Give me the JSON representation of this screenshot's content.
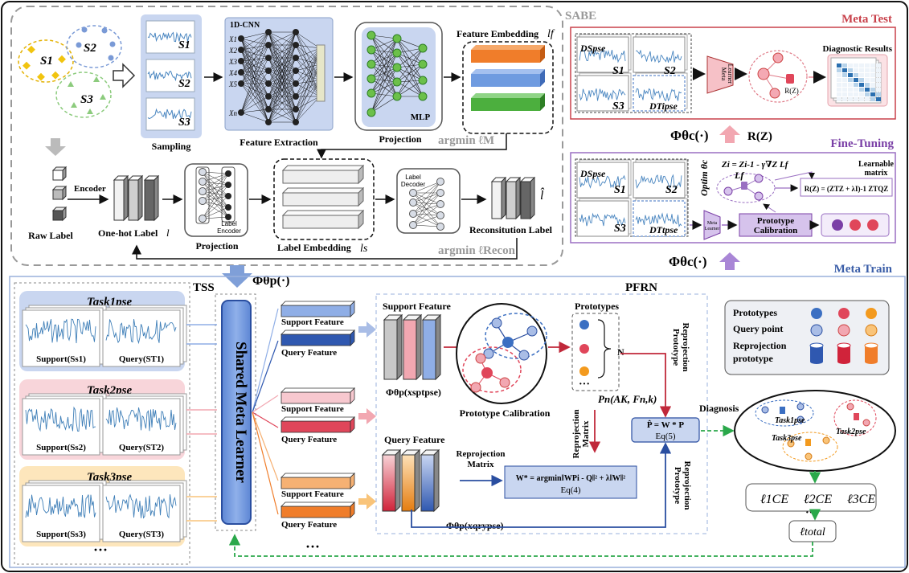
{
  "sabe": {
    "title": "SABE",
    "s1": "S1",
    "s2": "S2",
    "s3": "S3",
    "sampling": "Sampling",
    "cnn": "1D-CNN",
    "x_inputs": [
      "X1",
      "X2",
      "X3",
      "X4",
      "X5",
      "Xn"
    ],
    "feature_extraction": "Feature Extraction",
    "projection": "Projection",
    "mlp": "MLP",
    "feature_embedding": "Feature Embedding",
    "lf": "lf",
    "argmin_m": "argmin ℓM",
    "raw_label": "Raw Label",
    "encoder": "Encoder",
    "one_hot": "One-hot Label",
    "l_sym": "l",
    "label_encoder_1": "Label",
    "label_encoder_2": "Encoder",
    "label_embedding": "Label Embedding",
    "ls": "ls",
    "label_decoder_1": "Label",
    "label_decoder_2": "Decoder",
    "reconstitution_label": "Reconsitution Label",
    "l_hat": "l̂",
    "argmin_recon": "argmin ℓRecon",
    "phi_p": "Φθp(·)"
  },
  "meta_test": {
    "title": "Meta Test",
    "ds": "DSpse",
    "dt": "DTipse",
    "meta_learner_1": "Meta",
    "meta_learner_2": "Learner",
    "rz_node": "R(Z)",
    "diagnostic_results": "Diagnostic Results",
    "phi_c": "Φθc(·)",
    "rz": "R(Z)"
  },
  "fine_tuning": {
    "title": "Fine-Tuning",
    "ds": "DSpse",
    "dt": "DTtpse",
    "optim": "Optim θc",
    "update_rule": "Zi = Zi-1 - γ∇Z Lf",
    "lf": "Lf",
    "learnable_1": "Learnable",
    "learnable_2": "matrix",
    "rz_formula": "R(Z) = (ZTZ + λI)-1 ZTQZ",
    "meta_learner_1": "Meta",
    "meta_learner_2": "Learner",
    "prototype_calibration_1": "Prototype",
    "prototype_calibration_2": "Calibration",
    "phi_c": "Φθc(·)"
  },
  "meta_train": {
    "title": "Meta Train",
    "tss": "TSS",
    "tasks": [
      {
        "name": "Task1pse",
        "support": "Support(Ss1)",
        "query": "Query(ST1)"
      },
      {
        "name": "Task2pse",
        "support": "Support(Ss2)",
        "query": "Query(ST2)"
      },
      {
        "name": "Task3pse",
        "support": "Support(Ss3)",
        "query": "Query(ST3)"
      }
    ],
    "ellipsis": "···",
    "shared_meta_learner": "Shared Meta Learner",
    "support_feature": "Support Feature",
    "query_feature": "Query Feature",
    "pfrn": "PFRN",
    "phi_spt": "Φθp(xsptpse)",
    "phi_qry": "Φθp(xqrypse)",
    "prototype_calibration": "Prototype Calibration",
    "prototypes": "Prototypes",
    "n": "N",
    "pn": "Pn(AK, Fn,k)",
    "prototype_reprojection_1": "Prototype",
    "prototype_reprojection_2": "Reprojection",
    "reprojection_matrix_1": "Reprojection",
    "reprojection_matrix_2": "Matrix",
    "phat": "P̂ = W * P",
    "eq5": "Eq(5)",
    "weq": "W* = argmin‖WPi - Q‖² + λ‖W‖²",
    "eq4": "Eq(4)",
    "diagnosis": "Diagnosis",
    "task1": "Task1pse",
    "task2": "Task2pse",
    "task3": "Task3pse",
    "ce1": "ℓ1CE",
    "ce2": "ℓ2CE",
    "ce3": "ℓ3CE",
    "total": "ℓtotal"
  },
  "legend": {
    "prototypes": "Prototypes",
    "query_point": "Query point",
    "reprojection_1": "Reprojection",
    "reprojection_2": "prototype"
  },
  "colors": {
    "blue": "#3b6fc2",
    "red": "#e0465a",
    "orange": "#f39a1e",
    "light_blue": "#a9bde6",
    "light_red": "#f2a7b1",
    "light_orange": "#f9c47a",
    "meta_test": "#c8404a",
    "fine_tuning": "#7a3fa6",
    "meta_train": "#3b5ea8"
  }
}
